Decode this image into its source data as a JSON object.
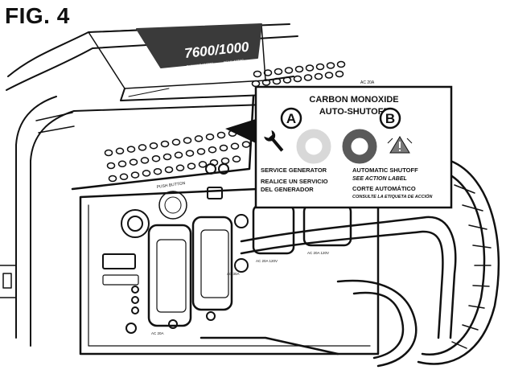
{
  "figure": {
    "label": "FIG. 4"
  },
  "generator": {
    "model_text": "7600/1000",
    "sub_left": "RUNNING WATTS",
    "sub_right": "PEAK WATTS",
    "amp_top": "AC 20A",
    "panel_label_push": "PUSH BUTTON",
    "outlet_labels": [
      "AC 30A",
      "AC 20A",
      "AC 20A 120V",
      "AC 20A 120V"
    ]
  },
  "callout": {
    "title_line1": "CARBON MONOXIDE",
    "title_line2": "AUTO-SHUTOFF",
    "badge_a": "A",
    "badge_b": "B",
    "a_text_en": "SERVICE GENERATOR",
    "a_text_es_1": "REALICE UN SERVICIO",
    "a_text_es_2": "DEL GENERADOR",
    "b_text_en": "AUTOMATIC SHUTOFF",
    "b_text_en_sub": "SEE ACTION LABEL",
    "b_text_es": "CORTE AUTOMÁTICO",
    "b_text_es_sub": "CONSULTE LA ETIQUETA DE ACCIÓN",
    "icons": [
      "wrench-icon",
      "light-ring-indicator",
      "dark-ring-indicator",
      "warning-triangle-icon"
    ],
    "colors": {
      "light_ring": "#d8d8d8",
      "dark_ring": "#5a5a5a"
    }
  }
}
